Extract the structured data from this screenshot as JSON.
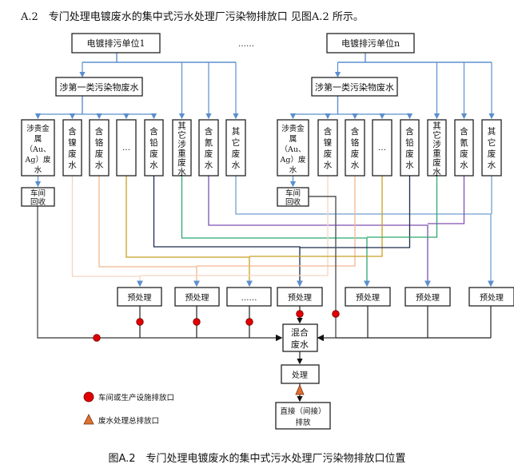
{
  "heading": "A.2　专门处理电镀废水的集中式污水处理厂污染物排放口 见图A.2 所示。",
  "caption": "图A.2　专门处理电镀废水的集中式污水处理厂污染物排放口位置",
  "sources": [
    {
      "label": "电镀排污单位1"
    },
    {
      "label": "电镀排污单位n"
    }
  ],
  "ellipsis": "……",
  "first_class_box": "涉第一类污染物废水",
  "categories": [
    {
      "id": "precious",
      "label": "涉贵金属（Au、Ag）废水",
      "lines": [
        "涉贵金",
        "属",
        "（Au、",
        "Ag）废",
        "水"
      ]
    },
    {
      "id": "nickel",
      "label": "含镍废水",
      "lines": [
        "含",
        "镍",
        "废",
        "水"
      ]
    },
    {
      "id": "chromium",
      "label": "含铬废水",
      "lines": [
        "含",
        "铬",
        "废",
        "水"
      ]
    },
    {
      "id": "other-first",
      "label": "…",
      "lines": [
        "…"
      ]
    },
    {
      "id": "lead",
      "label": "含铅废水",
      "lines": [
        "含",
        "铅",
        "废",
        "水"
      ]
    },
    {
      "id": "other-heavy",
      "label": "其它涉重废水",
      "lines": [
        "其",
        "它",
        "涉",
        "重",
        "废",
        "水"
      ]
    },
    {
      "id": "cyanide",
      "label": "含氰废水",
      "lines": [
        "含",
        "氰",
        "废",
        "水"
      ]
    },
    {
      "id": "other",
      "label": "其它废水",
      "lines": [
        "其",
        "它",
        "废",
        "水"
      ]
    }
  ],
  "recovery_box": [
    "车间",
    "回收"
  ],
  "pretreatment_boxes": [
    "预处理",
    "预处理",
    "……",
    "预处理",
    "预处理",
    "预处理",
    "预处理"
  ],
  "mixed_box": [
    "混合",
    "废水"
  ],
  "treatment_box": "处理",
  "discharge_box": [
    "直接（间接）",
    "排放"
  ],
  "legend": [
    {
      "symbol": "red-circle",
      "label": "车间或生产设施排放口",
      "color": "#e00000"
    },
    {
      "symbol": "orange-triangle",
      "label": "废水处理总排放口",
      "color": "#e07030"
    }
  ],
  "colors": {
    "nickel": "#f5d5c0",
    "chromium": "#f0b890",
    "other-first": "#c8a020",
    "lead": "#1c2a4a",
    "other-heavy": "#2aa870",
    "cyanide": "#8050b0",
    "other": "#6fa0d0",
    "feed": "#5b8fcf",
    "drain": "#555555"
  }
}
